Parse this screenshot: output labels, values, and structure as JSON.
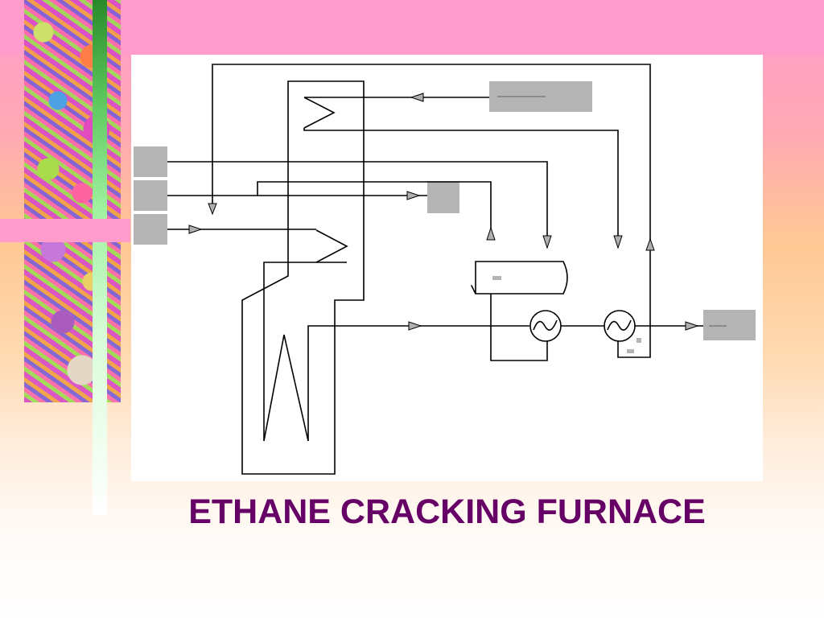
{
  "slide": {
    "title": "ETHANE CRACKING FURNACE"
  },
  "colors": {
    "background_top": "#ff9ccc",
    "title_text": "#660066",
    "diagram_background": "#ffffff",
    "stream_box_fill": "#b4b4b4",
    "accent_bar": "#5ec85e"
  },
  "diagram": {
    "components": [
      "cracking-furnace",
      "convection-coil",
      "second-convection-coil",
      "radiant-coil",
      "flash-drum",
      "heat-exchanger-1",
      "heat-exchanger-2",
      "stream-box-top",
      "stream-box-left-1",
      "stream-box-left-2",
      "stream-box-left-3",
      "stream-box-middle",
      "stream-box-product"
    ]
  }
}
